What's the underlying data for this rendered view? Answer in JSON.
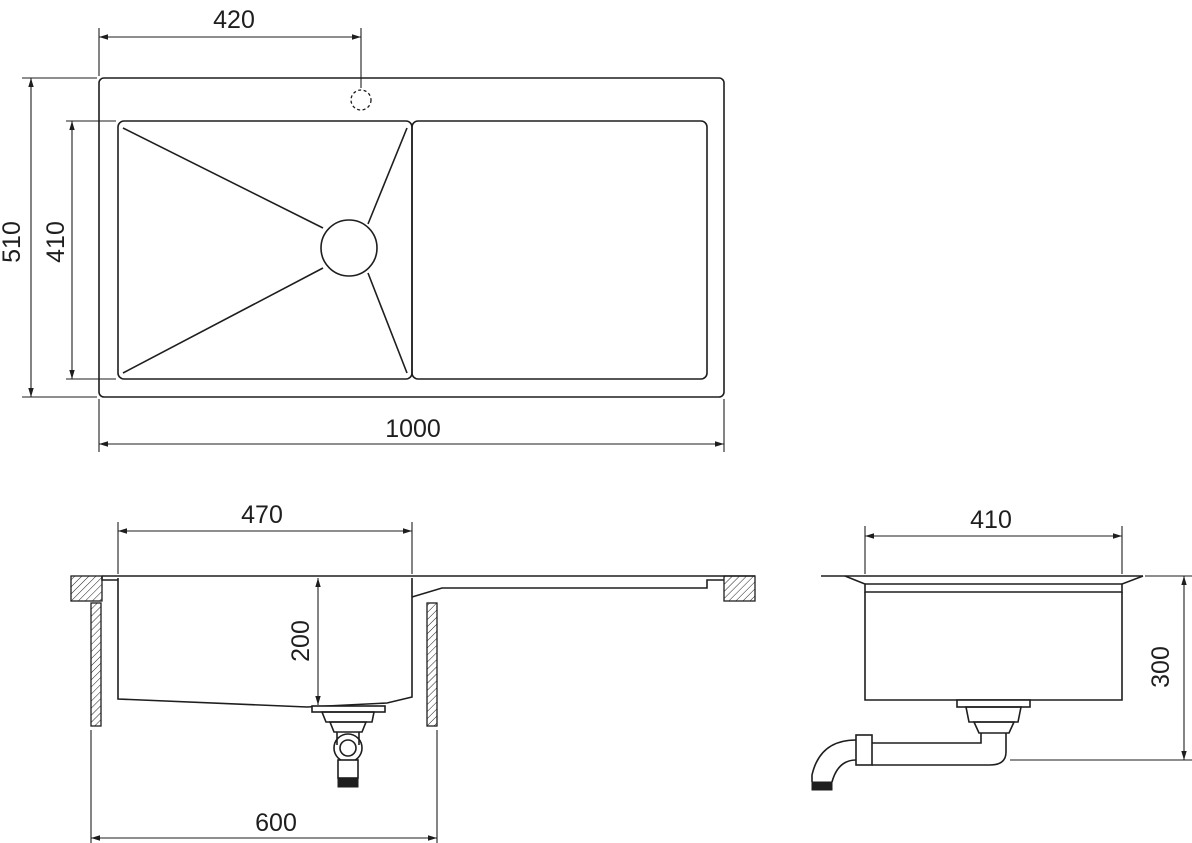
{
  "dimensions": {
    "top_faucet_offset": "420",
    "top_total_depth": "510",
    "top_bowl_depth": "410",
    "top_total_length": "1000",
    "front_bowl_width": "470",
    "front_bowl_height": "200",
    "front_cabinet_width": "600",
    "side_bowl_width": "410",
    "side_total_height": "300"
  }
}
